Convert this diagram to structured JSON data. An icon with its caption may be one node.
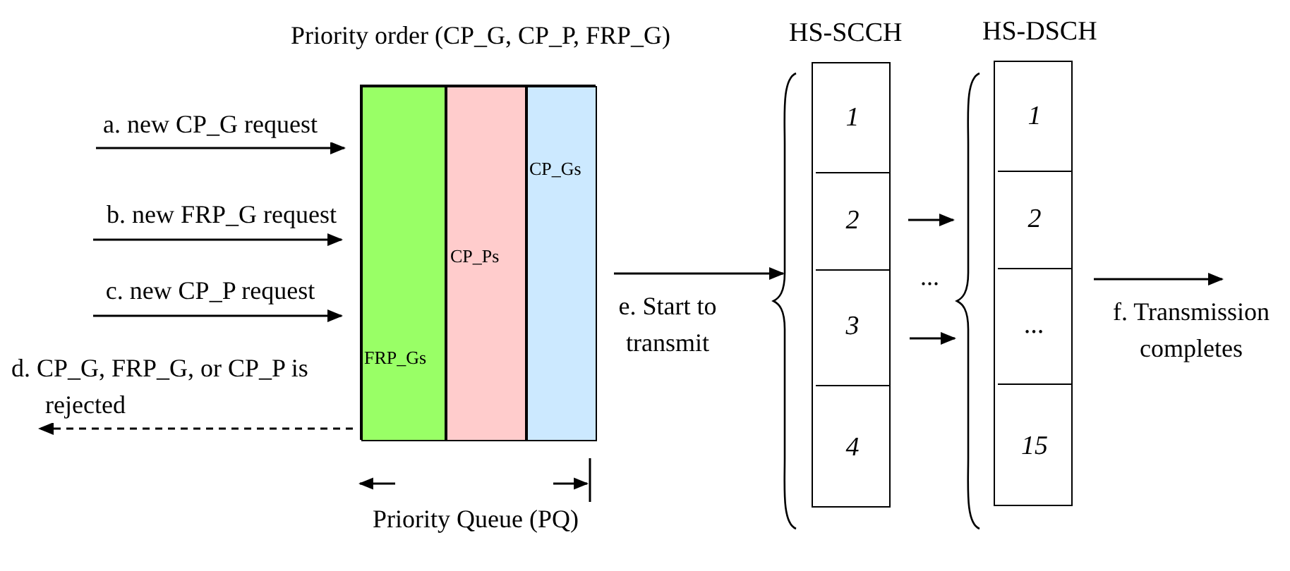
{
  "diagram": {
    "nodes": [
      {
        "text": [
          "Priority order (CP_G, CP_P, FRP_G)"
        ],
        "beside": [
          "Priority Queue (PQ)"
        ]
      },
      {
        "text": [
          "FRP_Gs"
        ],
        "in": 0
      },
      {
        "text": [
          "CP_Ps"
        ],
        "in": 0
      },
      {
        "text": [
          "CP_Gs"
        ],
        "in": 0
      },
      {
        "text": [
          "HS-SCCH"
        ]
      },
      {
        "text": [
          "1"
        ],
        "in": 4
      },
      {
        "text": [
          "2"
        ],
        "in": 4
      },
      {
        "text": [
          "3"
        ],
        "in": 4
      },
      {
        "text": [
          "4"
        ],
        "in": 4
      },
      {
        "text": [
          "HS-DSCH"
        ]
      },
      {
        "text": [
          "1"
        ],
        "in": 9
      },
      {
        "text": [
          "2"
        ],
        "in": 9
      },
      {
        "text": [
          "..."
        ],
        "in": 9
      },
      {
        "text": [
          "15"
        ],
        "in": 9
      }
    ],
    "edges": [
      {
        "from": null,
        "to": 0,
        "arrow": "to",
        "label": "a. new CP_G request"
      },
      {
        "from": null,
        "to": 0,
        "arrow": "to",
        "label": "b. new FRP_G request"
      },
      {
        "from": null,
        "to": 0,
        "arrow": "to",
        "label": "c. new CP_P request"
      },
      {
        "from": 0,
        "to": null,
        "arrow": "to",
        "style": "dashed",
        "label": "d. CP_G, FRP_G, or CP_P is rejected"
      },
      {
        "from": 0,
        "to": 4,
        "arrow": "to",
        "label": "e. Start to transmit"
      },
      {
        "from": 6,
        "to": 11,
        "arrow": "to"
      },
      {
        "from": 7,
        "to": 12,
        "arrow": "to"
      },
      {
        "from": 9,
        "to": null,
        "arrow": "to",
        "label": "f. Transmission completes"
      }
    ],
    "labels": [
      "..."
    ]
  }
}
